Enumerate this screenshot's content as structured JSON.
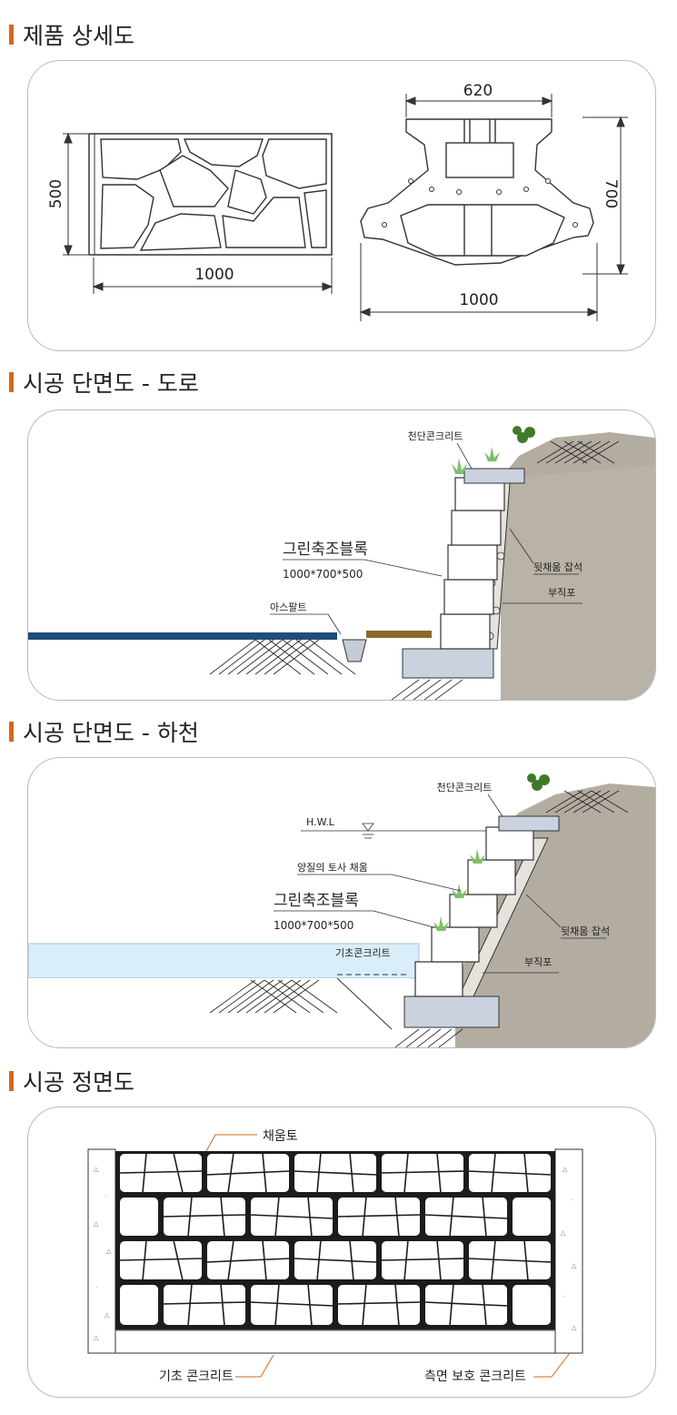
{
  "sections": {
    "detail": {
      "title": "제품 상세도"
    },
    "road": {
      "title": "시공 단면도 - 도로"
    },
    "river": {
      "title": "시공 단면도 - 하천"
    },
    "front": {
      "title": "시공 정면도"
    }
  },
  "detail": {
    "front_height": "500",
    "front_width": "1000",
    "top_width": "620",
    "side_height": "700",
    "side_width": "1000"
  },
  "road": {
    "top_concrete": "천단콘크리트",
    "block_name": "그린축조블록",
    "block_size": "1000*700*500",
    "asphalt": "아스팔트",
    "backfill": "뒷채움 잡석",
    "geotextile": "부직포"
  },
  "river": {
    "top_concrete": "천단콘크리트",
    "hwl": "H.W.L",
    "soil_fill": "양질의 토사 채움",
    "block_name": "그린축조블록",
    "block_size": "1000*700*500",
    "base_concrete": "기초콘크리트",
    "backfill": "뒷채움 잡석",
    "geotextile": "부직포"
  },
  "front": {
    "fill_soil": "채움토",
    "base_concrete": "기초 콘크리트",
    "side_concrete": "측면 보호 콘크리트"
  },
  "colors": {
    "accent": "#d2691e",
    "earth": "#b3aca1",
    "road_blue": "#1f4d7a",
    "water": "#d9eef9",
    "concrete": "#c9d2de"
  }
}
